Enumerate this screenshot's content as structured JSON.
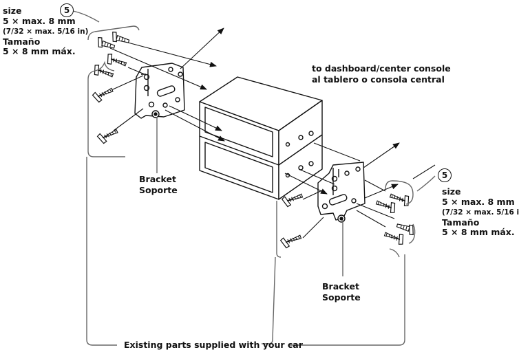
{
  "callout_number": "5",
  "screw_spec": {
    "line1": "size",
    "line2": "5 × max. 8 mm",
    "line3": "(7/32 × max. 5/16 in)",
    "line4": "Tamaño",
    "line5": "5 × 8 mm máx."
  },
  "dashboard_label": {
    "line1": "to dashboard/center console",
    "line2": "al tablero o consola central"
  },
  "bracket_label": {
    "line1": "Bracket",
    "line2": "Soporte"
  },
  "existing_parts_label": "Existing parts supplied with your car"
}
